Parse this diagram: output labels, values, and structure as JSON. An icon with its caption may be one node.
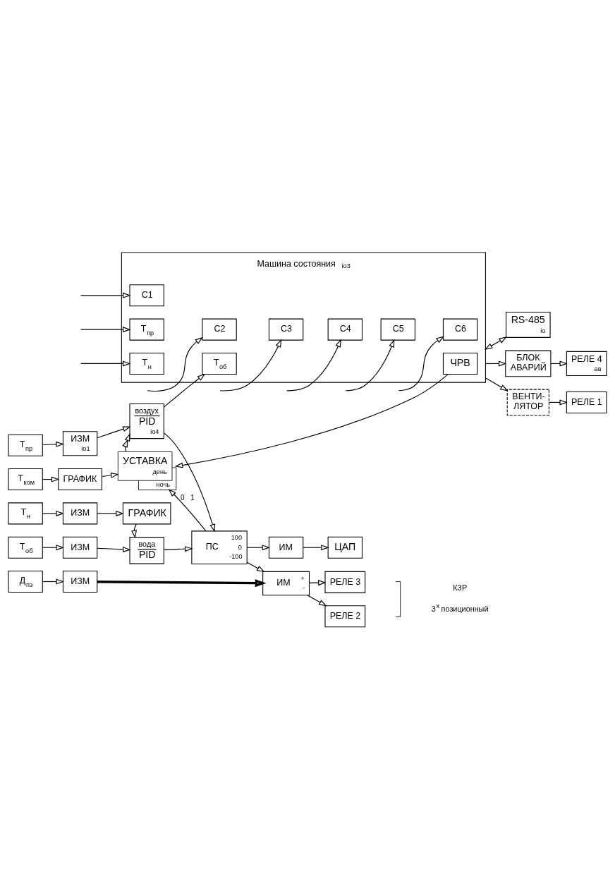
{
  "diagram": {
    "nodes": [
      {
        "text": [
          "Машина состояния",
          "io3"
        ]
      },
      {
        "text": [
          "С1"
        ],
        "in": 0
      },
      {
        "text": [
          "С2"
        ],
        "in": 0
      },
      {
        "text": [
          "С3"
        ],
        "in": 0
      },
      {
        "text": [
          "С4"
        ],
        "in": 0
      },
      {
        "text": [
          "С5"
        ],
        "in": 0
      },
      {
        "text": [
          "С6"
        ],
        "in": 0
      },
      {
        "text": [
          "Т$_{пр}$"
        ],
        "in": 0
      },
      {
        "text": [
          "Т$_{н}$"
        ],
        "in": 0
      },
      {
        "text": [
          "Т$_{об}$"
        ],
        "in": 0
      },
      {
        "text": [
          "ЧРВ"
        ],
        "in": 0
      },
      {
        "text": [
          "RS-485",
          "io"
        ]
      },
      {
        "text": [
          "Т$_{пр}$"
        ]
      },
      {
        "text": [
          "ИЗМ",
          "io1"
        ]
      },
      {
        "text": [
          "воздух",
          "PID",
          "io4"
        ]
      },
      {
        "text": [
          "БЛОК АВАРИЙ"
        ]
      },
      {
        "text": [
          "РЕЛЕ 4",
          "ав"
        ]
      },
      {
        "text": [
          "Т$_{ком}$"
        ]
      },
      {
        "text": [
          "ГРАФИК"
        ]
      },
      {
        "text": [
          "УСТАВКА",
          "день",
          "ночь"
        ],
        "beside": [
          "0",
          "1"
        ]
      },
      {
        "text": [
          "ВЕНТИ- ЛЯТОР"
        ]
      },
      {
        "text": [
          "РЕЛЕ 1"
        ]
      },
      {
        "text": [
          "Т$_{н}$"
        ]
      },
      {
        "text": [
          "ИЗМ"
        ]
      },
      {
        "text": [
          "ГРАФИК"
        ]
      },
      {
        "text": [
          "ПС",
          "100",
          "0",
          "-100"
        ]
      },
      {
        "text": [
          "ИМ",
          "+",
          "-"
        ]
      },
      {
        "text": [
          "РЕЛЕ 2"
        ]
      },
      {
        "text": [
          "РЕЛЕ 3"
        ]
      },
      {
        "text": [
          "Т$_{об}$"
        ]
      },
      {
        "text": [
          "ИЗМ"
        ]
      },
      {
        "text": [
          "вода",
          "PID"
        ]
      },
      {
        "text": [
          "ИМ"
        ]
      },
      {
        "text": [
          "ЦАП"
        ]
      },
      {
        "text": [
          "Д$_{пз}$"
        ]
      },
      {
        "text": [
          "ИЗМ"
        ]
      }
    ],
    "edges": [
      {
        "from": 12,
        "to": 13,
        "arrow": "to"
      },
      {
        "from": 13,
        "to": 14,
        "arrow": "to"
      },
      {
        "from": 14,
        "to": 9,
        "arrow": "to"
      },
      {
        "from": 14,
        "to": 25,
        "arrow": "to"
      },
      {
        "from": null,
        "to": 1,
        "arrow": "to"
      },
      {
        "from": null,
        "to": 2,
        "arrow": "to"
      },
      {
        "from": null,
        "to": 3,
        "arrow": "to"
      },
      {
        "from": null,
        "to": 4,
        "arrow": "to"
      },
      {
        "from": null,
        "to": 5,
        "arrow": "to"
      },
      {
        "from": null,
        "to": 6,
        "arrow": "to"
      },
      {
        "from": null,
        "to": 7,
        "arrow": "to"
      },
      {
        "from": null,
        "to": 8,
        "arrow": "to"
      },
      {
        "from": 0,
        "to": 11,
        "arrow": "both"
      },
      {
        "from": 0,
        "to": 15,
        "arrow": "to"
      },
      {
        "from": 15,
        "to": 16,
        "arrow": "to"
      },
      {
        "from": 17,
        "to": 18,
        "arrow": "to"
      },
      {
        "from": 18,
        "to": 19,
        "arrow": "to"
      },
      {
        "from": 19,
        "to": 14,
        "arrow": "to"
      },
      {
        "from": 10,
        "to": 19,
        "arrow": "to"
      },
      {
        "from": 25,
        "to": 19,
        "arrow": "to"
      },
      {
        "from": 0,
        "to": 20,
        "arrow": "to"
      },
      {
        "from": 20,
        "to": 21,
        "arrow": "to"
      },
      {
        "from": 22,
        "to": 23,
        "arrow": "to"
      },
      {
        "from": 23,
        "to": 24,
        "arrow": "to"
      },
      {
        "from": 24,
        "to": 31,
        "arrow": "to"
      },
      {
        "from": 29,
        "to": 30,
        "arrow": "to"
      },
      {
        "from": 30,
        "to": 31,
        "arrow": "to"
      },
      {
        "from": 31,
        "to": 25,
        "arrow": "to"
      },
      {
        "from": 25,
        "to": 26,
        "arrow": "to"
      },
      {
        "from": 25,
        "to": 32,
        "arrow": "to"
      },
      {
        "from": 26,
        "to": 27,
        "arrow": "to"
      },
      {
        "from": 26,
        "to": 28,
        "arrow": "to"
      },
      {
        "from": 32,
        "to": 33,
        "arrow": "to"
      },
      {
        "from": 34,
        "to": 35,
        "arrow": "to"
      },
      {
        "from": 35,
        "to": 26,
        "arrow": "to",
        "style": "thick"
      }
    ],
    "labels": [
      "КЗР",
      "3$^{х}$ позиционный"
    ]
  }
}
